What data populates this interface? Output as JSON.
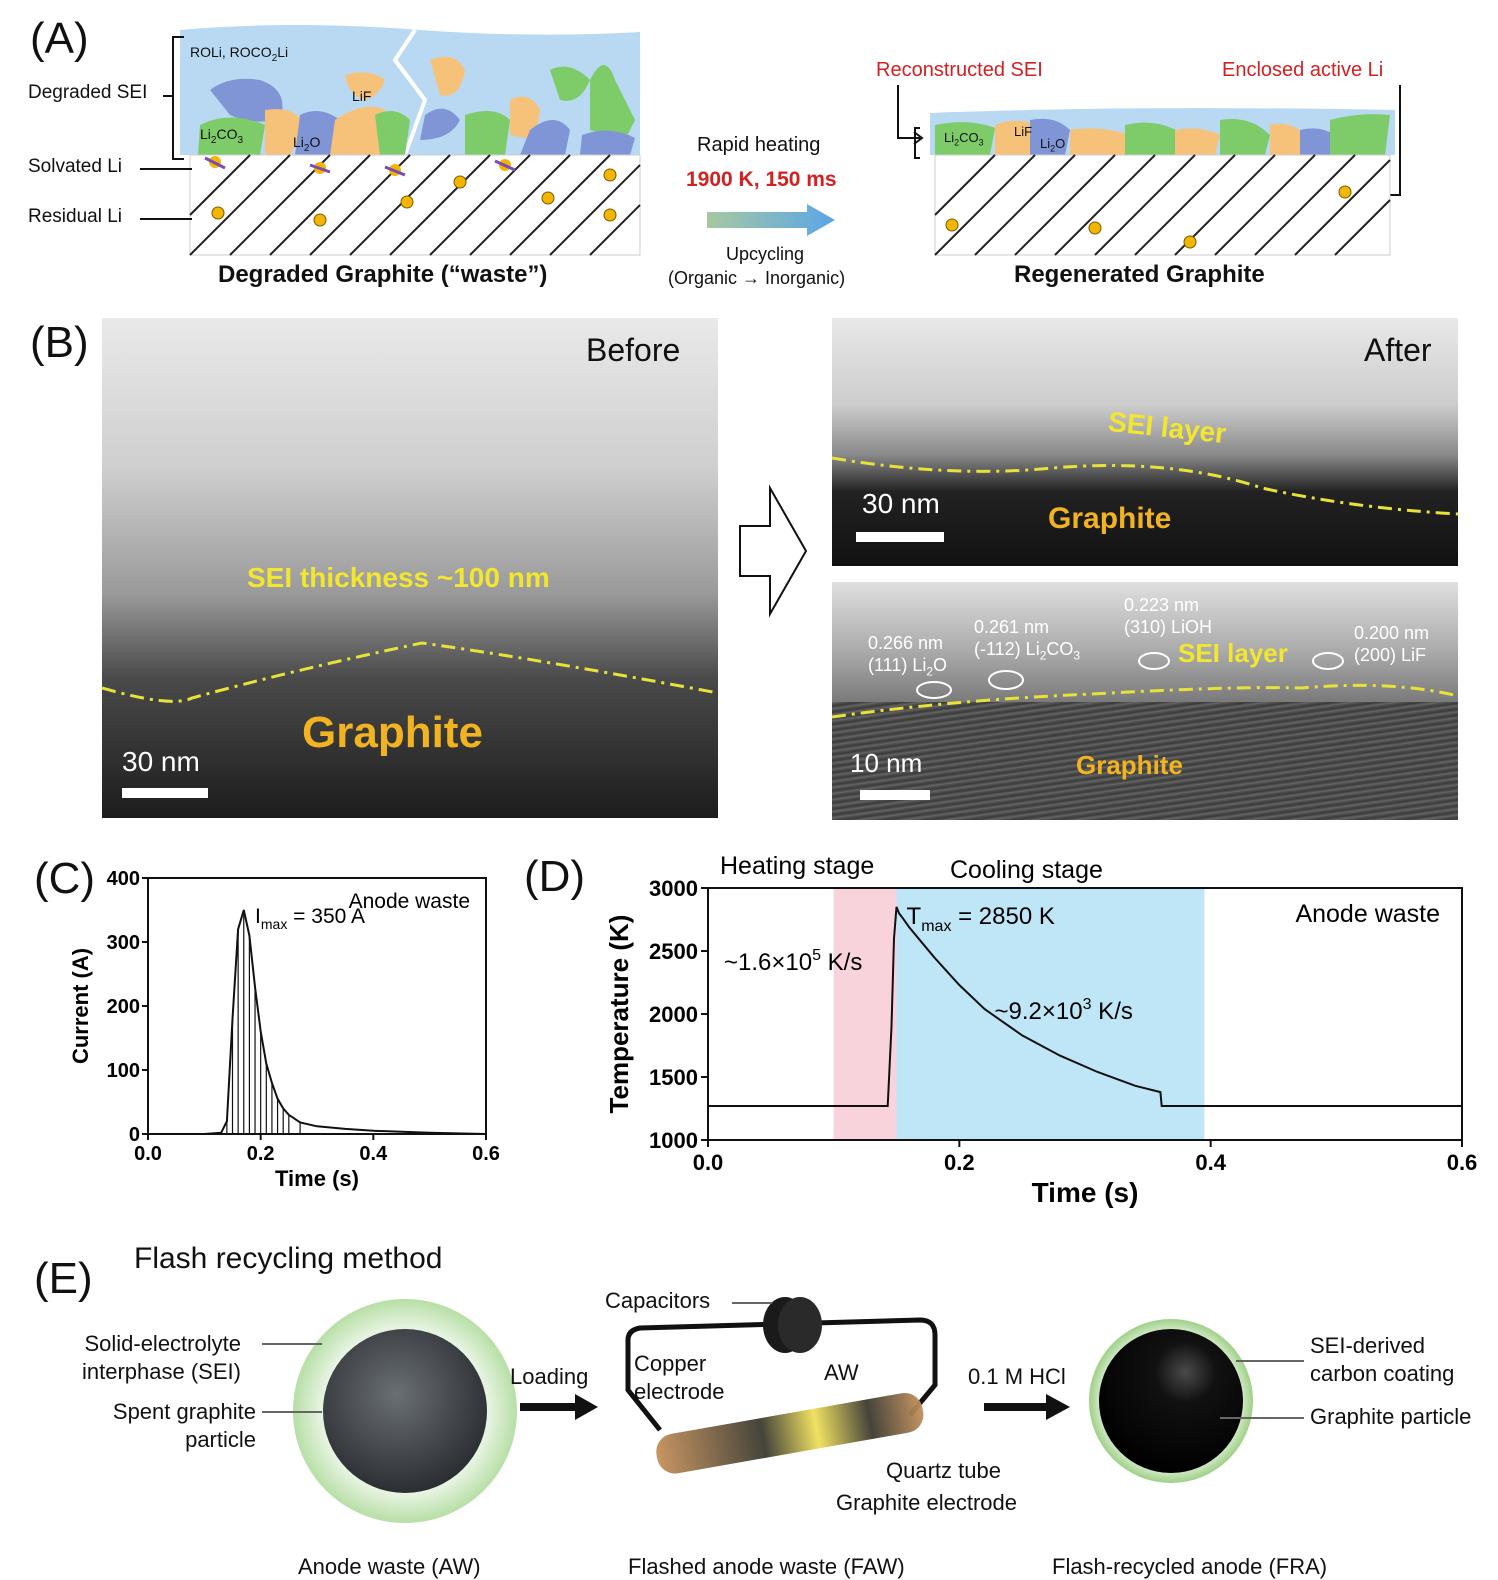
{
  "panels": {
    "A": {
      "label": "(A)",
      "sei_chem": "ROLi, ROCO",
      "sei_chem_sub": "2",
      "sei_chem_tail": "Li",
      "left_labels": {
        "degraded_sei": "Degraded SEI",
        "solvated_li": "Solvated Li",
        "residual_li": "Residual Li"
      },
      "lif": "LiF",
      "li2co3": "Li",
      "li2co3_sub": "2",
      "li2co3_tail": "CO",
      "li2co3_sub2": "3",
      "li2o": "Li",
      "li2o_sub": "2",
      "li2o_tail": "O",
      "caption_left": "Degraded Graphite (“waste”)",
      "rapid": "Rapid heating",
      "cond": "1900 K, 150 ms",
      "upcycling": "Upcycling",
      "org_inorg": "(Organic → Inorganic)",
      "reconstructed": "Reconstructed SEI",
      "enclosed": "Enclosed active Li",
      "caption_right": "Regenerated Graphite",
      "colors": {
        "sei": "#b9d9f2",
        "green": "#7ecb6a",
        "orange": "#f6c27a",
        "blue": "#8095d6",
        "li": "#f3b600",
        "red": "#d32020"
      }
    },
    "B": {
      "label": "(B)",
      "before": "Before",
      "after": "After",
      "sei_thickness": "SEI thickness  ~100 nm",
      "graphite": "Graphite",
      "scale_30": "30 nm",
      "scale_10": "10 nm",
      "sei_layer": "SEI layer",
      "d1": "0.266 nm",
      "d1b": "(111) Li",
      "d1s": "2",
      "d1t": "O",
      "d2": "0.261 nm",
      "d2b": "(-112) Li",
      "d2s": "2",
      "d2t": "CO",
      "d2s2": "3",
      "d3": "0.223 nm",
      "d3b": "(310) LiOH",
      "d4": "0.200 nm",
      "d4b": "(200) LiF"
    },
    "C": {
      "label": "(C)",
      "chart_data": {
        "type": "line",
        "title": "",
        "annotation": "Anode waste",
        "peak_label": "I",
        "peak_sub": "max",
        "peak_tail": " = 350 A",
        "xlabel": "Time (s)",
        "ylabel": "Current (A)",
        "xlim": [
          0,
          0.6
        ],
        "ylim": [
          0,
          400
        ],
        "xticks": [
          "0.0",
          "0.2",
          "0.4",
          "0.6"
        ],
        "yticks": [
          "0",
          "100",
          "200",
          "300",
          "400"
        ],
        "series": [
          {
            "x": [
              0.0,
              0.05,
              0.1,
              0.13,
              0.14,
              0.15,
              0.16,
              0.17,
              0.18,
              0.19,
              0.2,
              0.21,
              0.22,
              0.23,
              0.24,
              0.25,
              0.27,
              0.3,
              0.35,
              0.4,
              0.5,
              0.6
            ],
            "values": [
              0,
              0,
              0,
              2,
              20,
              180,
              320,
              350,
              310,
              230,
              160,
              110,
              80,
              55,
              40,
              30,
              18,
              12,
              8,
              5,
              2,
              0
            ]
          }
        ]
      }
    },
    "D": {
      "label": "(D)",
      "chart_data": {
        "type": "line",
        "title": "",
        "annotation": "Anode waste",
        "heating": "Heating stage",
        "cooling": "Cooling stage",
        "tmax": "T",
        "tmax_sub": "max",
        "tmax_tail": " = 2850 K",
        "rate1": "~1.6×10",
        "rate1_sup": "5",
        "rate1_tail": " K/s",
        "rate2": "~9.2×10",
        "rate2_sup": "3",
        "rate2_tail": " K/s",
        "xlabel": "Time (s)",
        "ylabel": "Temperature (K)",
        "xlim": [
          0,
          0.6
        ],
        "ylim": [
          1000,
          3000
        ],
        "xticks": [
          "0.0",
          "0.2",
          "0.4",
          "0.6"
        ],
        "yticks": [
          "1000",
          "1500",
          "2000",
          "2500",
          "3000"
        ],
        "heating_span": [
          0.1,
          0.15
        ],
        "cooling_span": [
          0.15,
          0.395
        ],
        "colors": {
          "heating": "#f9d3dc",
          "cooling": "#bfe6f7"
        },
        "series": [
          {
            "x": [
              0.0,
              0.143,
              0.146,
              0.148,
              0.15,
              0.152,
              0.155,
              0.16,
              0.17,
              0.18,
              0.2,
              0.22,
              0.25,
              0.28,
              0.31,
              0.34,
              0.36,
              0.361,
              0.4,
              0.6
            ],
            "values": [
              1270,
              1270,
              1900,
              2600,
              2850,
              2800,
              2760,
              2690,
              2570,
              2450,
              2230,
              2040,
              1830,
              1670,
              1540,
              1430,
              1380,
              1270,
              1270,
              1270
            ]
          }
        ]
      }
    },
    "E": {
      "label": "(E)",
      "title": "Flash recycling method",
      "sei1": "Solid-electrolyte",
      "sei2": "interphase (SEI)",
      "spent1": "Spent graphite",
      "spent2": "particle",
      "loading": "Loading",
      "capacitors": "Capacitors",
      "copper1": "Copper",
      "copper2": "electrode",
      "aw": "AW",
      "quartz": "Quartz tube",
      "graphite_electrode": "Graphite electrode",
      "hcl": "0.1 M HCl",
      "coating1": "SEI-derived",
      "coating2": "carbon coating",
      "particle": "Graphite particle",
      "cap1": "Anode waste (AW)",
      "cap2": "Flashed anode waste (FAW)",
      "cap3": "Flash-recycled anode (FRA)"
    }
  }
}
